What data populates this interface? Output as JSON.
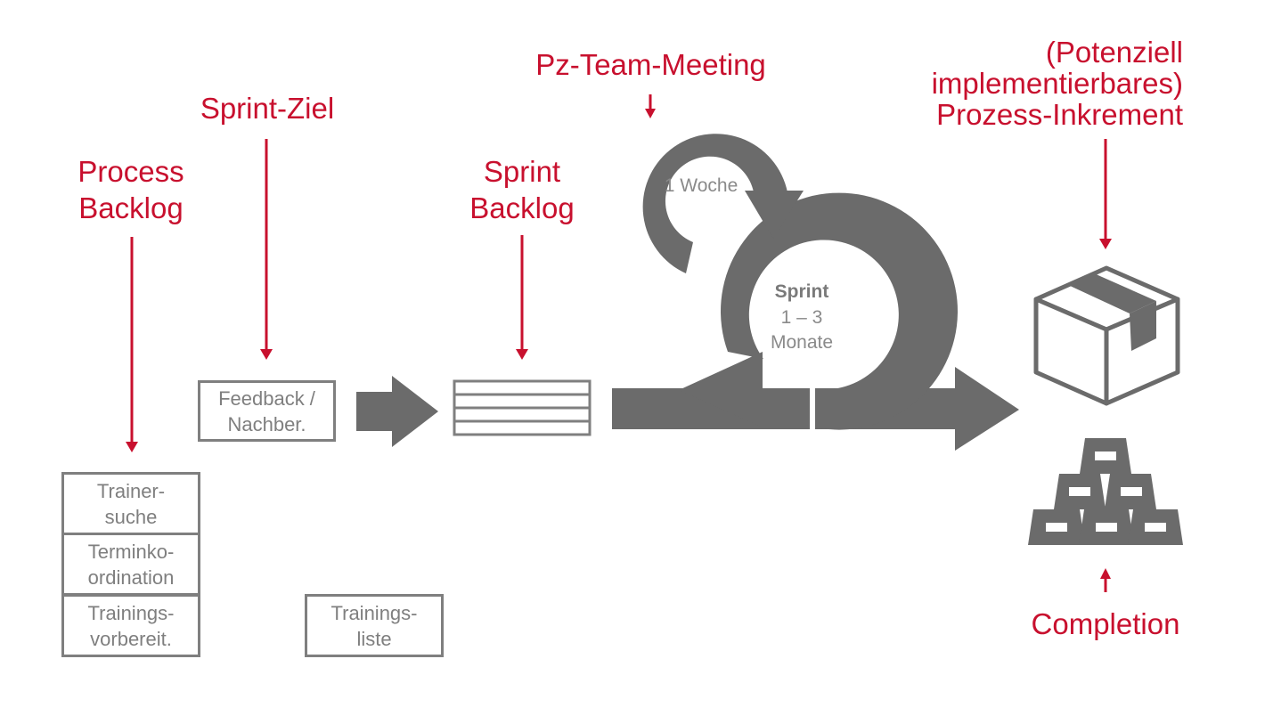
{
  "labels": {
    "process_backlog": "Process\nBacklog",
    "sprint_ziel": "Sprint-Ziel",
    "sprint_backlog": "Sprint\nBacklog",
    "team_meeting": "Pz-Team-Meeting",
    "increment": "(Potenziell\nimplementierbares)\nProzess-Inkrement",
    "completion": "Completion"
  },
  "cycle": {
    "small_loop": "1 Woche",
    "sprint_title": "Sprint",
    "sprint_duration": "1 – 3",
    "sprint_unit": "Monate"
  },
  "boxes": {
    "feedback": "Feedback /\nNachber.",
    "trainingsliste": "Trainings-\nliste",
    "backlog_items": [
      "Trainer-\nsuche",
      "Terminko-\nordination",
      "Trainings-\nvorbereit."
    ]
  },
  "colors": {
    "accent_red": "#c8102e",
    "shape_gray": "#6b6b6b",
    "box_gray": "#7f7f7f"
  }
}
